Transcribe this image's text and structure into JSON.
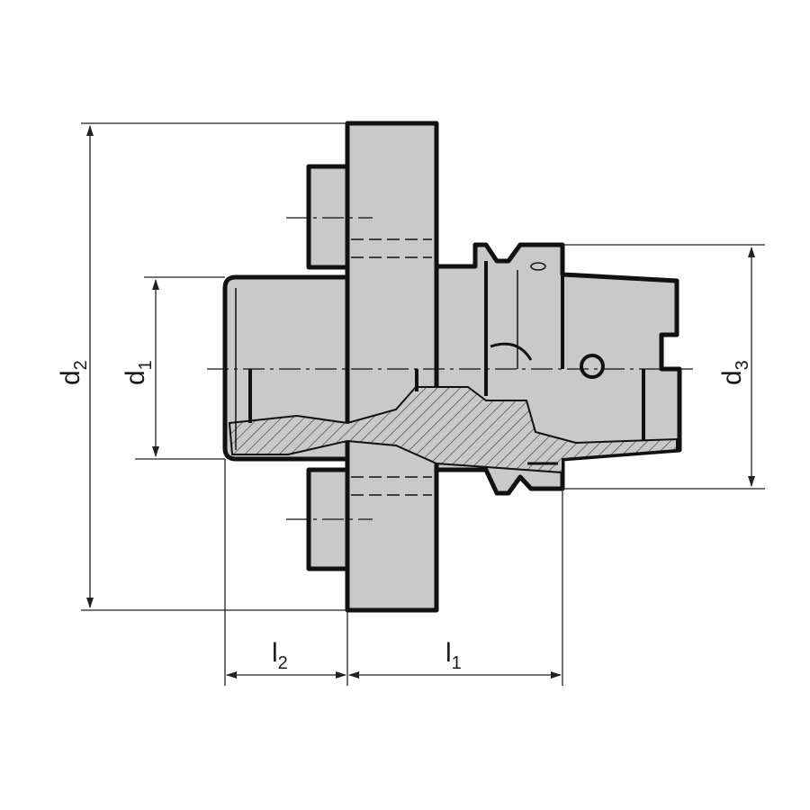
{
  "drawing": {
    "dimensions": [
      {
        "id": "d2",
        "base": "d",
        "sub": "2"
      },
      {
        "id": "d1",
        "base": "d",
        "sub": "1"
      },
      {
        "id": "d3",
        "base": "d",
        "sub": "3"
      },
      {
        "id": "l2",
        "base": "l",
        "sub": "2"
      },
      {
        "id": "l1",
        "base": "l",
        "sub": "1"
      }
    ],
    "colors": {
      "part_fill": "#c9c9c9",
      "outline": "#111111",
      "dim_line": "#222222"
    }
  }
}
